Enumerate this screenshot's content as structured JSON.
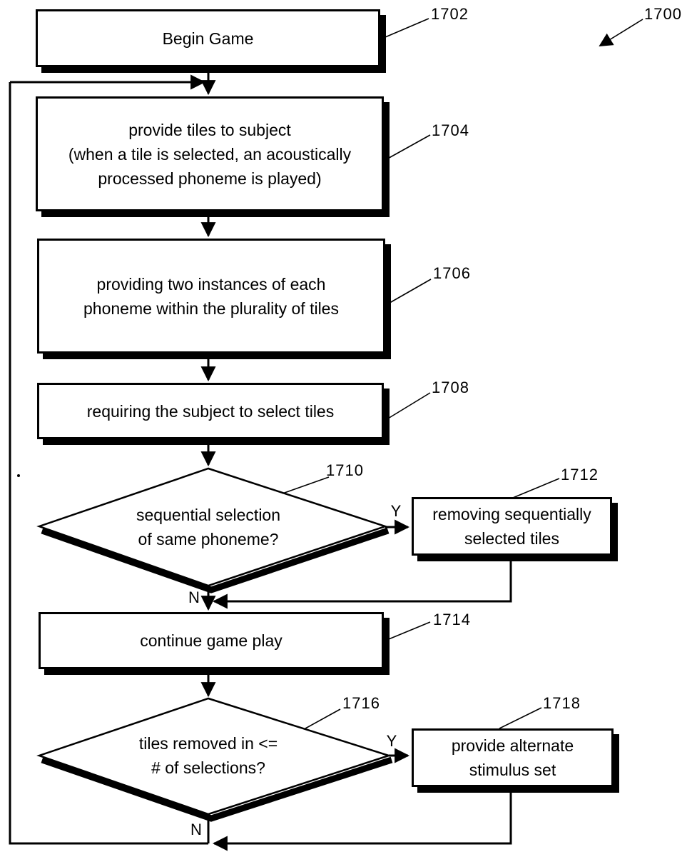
{
  "figure": {
    "figure_ref": "1700",
    "background_color": "#ffffff",
    "line_color": "#000000",
    "node_fill": "#ffffff"
  },
  "nodes": {
    "begin_game": {
      "ref": "1702",
      "type": "process",
      "lines": [
        "Begin Game"
      ]
    },
    "provide_tiles": {
      "ref": "1704",
      "type": "process",
      "lines": [
        "provide tiles to subject",
        "(when a tile is selected, an acoustically",
        "processed phoneme is played)"
      ]
    },
    "two_instances": {
      "ref": "1706",
      "type": "process",
      "lines": [
        "providing two instances of each",
        "phoneme within the plurality of tiles"
      ]
    },
    "require_select": {
      "ref": "1708",
      "type": "process",
      "lines": [
        "requiring the subject to select tiles"
      ]
    },
    "seq_decision": {
      "ref": "1710",
      "type": "decision",
      "lines": [
        "sequential selection",
        "of same phoneme?"
      ]
    },
    "remove_tiles": {
      "ref": "1712",
      "type": "process",
      "lines": [
        "removing sequentially",
        "selected tiles"
      ]
    },
    "continue_play": {
      "ref": "1714",
      "type": "process",
      "lines": [
        "continue game play"
      ]
    },
    "removed_decision": {
      "ref": "1716",
      "type": "decision",
      "lines": [
        "tiles removed in <=",
        "# of selections?"
      ]
    },
    "alt_stimulus": {
      "ref": "1718",
      "type": "process",
      "lines": [
        "provide alternate",
        "stimulus set"
      ]
    }
  },
  "branch_labels": {
    "seq_yes": "Y",
    "seq_no": "N",
    "removed_yes": "Y",
    "removed_no": "N"
  }
}
